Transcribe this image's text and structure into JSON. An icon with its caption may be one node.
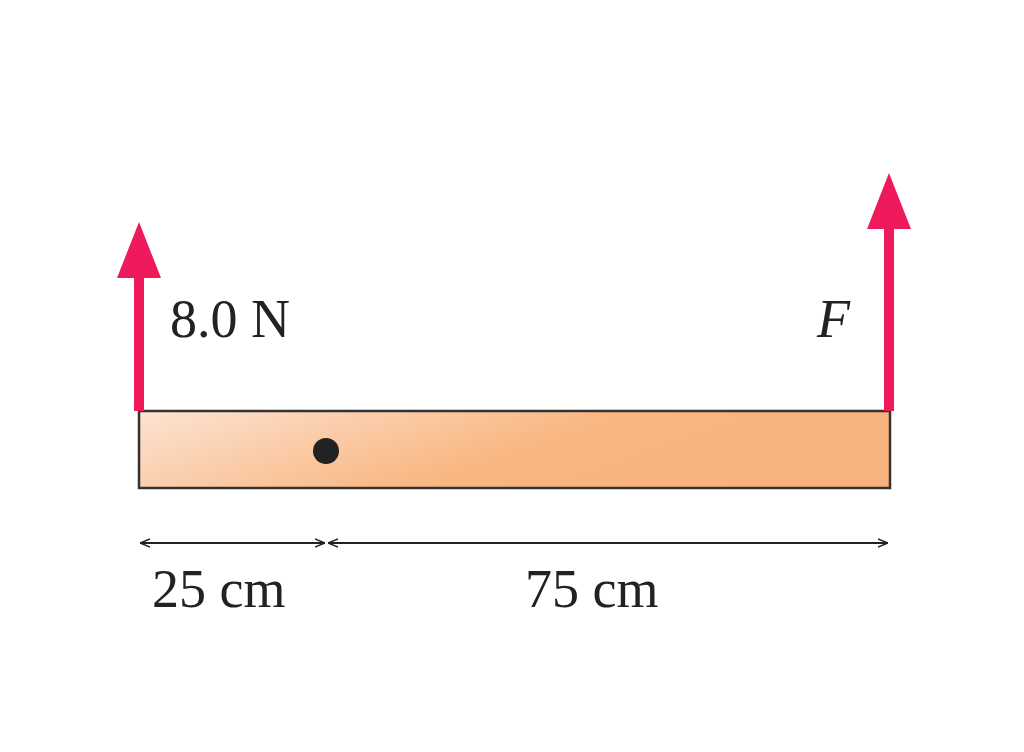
{
  "diagram": {
    "labels": [
      "8.0 N",
      "F",
      "25 cm",
      "75 cm"
    ]
  }
}
